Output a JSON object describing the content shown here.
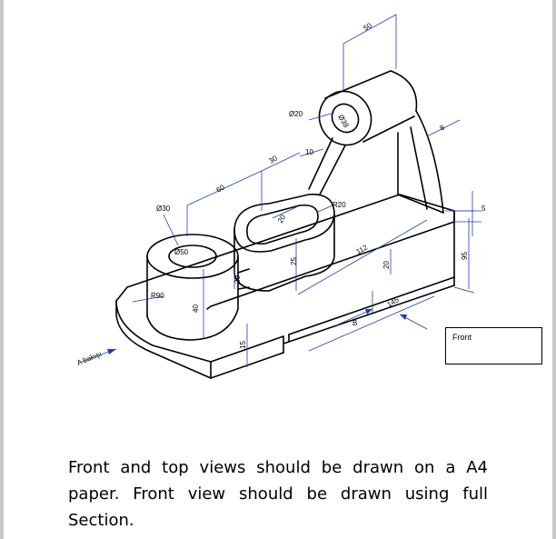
{
  "dimensions": {
    "d50_top": "50",
    "d8": "8",
    "d20_hole": "Ø20",
    "d38": "Ø38",
    "d10": "10",
    "d30_len": "30",
    "d60": "60",
    "d30_dia": "Ø30",
    "r20": "R20",
    "d5": "5",
    "d20_small": "20",
    "d50_dia": "Ø50",
    "r90": "R90",
    "d20_slot": "20",
    "d25": "25",
    "d112": "112",
    "d20_side": "20",
    "d95": "95",
    "d145": "145",
    "d40": "40",
    "d15": "15",
    "b_label": "B"
  },
  "view_label": "A bakışı",
  "front_box_label": "Front",
  "instructions": "Front and top views should be drawn on a A4 paper. Front view should be drawn using full Section."
}
